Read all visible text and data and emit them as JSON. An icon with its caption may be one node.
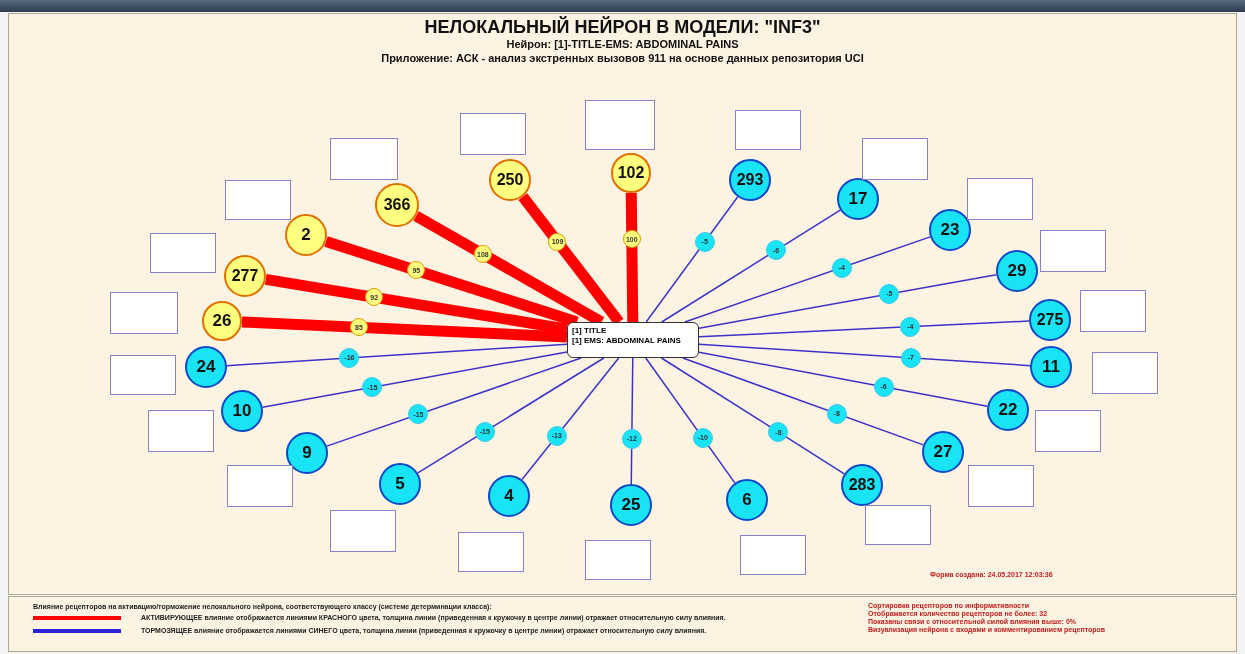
{
  "diagram": {
    "title": "НЕЛОКАЛЬНЫЙ НЕЙРОН В МОДЕЛИ: \"INF3\"",
    "nodes": [
      {
        "text": [
          "[1] TITLE",
          "[1] EMS: ABDOMINAL PAINS"
        ]
      },
      {
        "text": [
          "26"
        ]
      },
      {
        "text": [
          "277"
        ]
      },
      {
        "text": [
          "2"
        ]
      },
      {
        "text": [
          "366"
        ]
      },
      {
        "text": [
          "250"
        ]
      },
      {
        "text": [
          "102"
        ]
      },
      {
        "text": [
          "293"
        ]
      },
      {
        "text": [
          "17"
        ]
      },
      {
        "text": [
          "23"
        ]
      },
      {
        "text": [
          "29"
        ]
      },
      {
        "text": [
          "275"
        ]
      },
      {
        "text": [
          "11"
        ]
      },
      {
        "text": [
          "22"
        ]
      },
      {
        "text": [
          "27"
        ]
      },
      {
        "text": [
          "283"
        ]
      },
      {
        "text": [
          "6"
        ]
      },
      {
        "text": [
          "25"
        ]
      },
      {
        "text": [
          "4"
        ]
      },
      {
        "text": [
          "5"
        ]
      },
      {
        "text": [
          "9"
        ]
      },
      {
        "text": [
          "10"
        ]
      },
      {
        "text": [
          "24"
        ]
      },
      {
        "text": [],
        "shape": "box"
      },
      {
        "text": [],
        "shape": "box"
      },
      {
        "text": [],
        "shape": "box"
      },
      {
        "text": [],
        "shape": "box"
      },
      {
        "text": [],
        "shape": "box"
      },
      {
        "text": [],
        "shape": "box"
      },
      {
        "text": [],
        "shape": "box"
      },
      {
        "text": [],
        "shape": "box"
      },
      {
        "text": [],
        "shape": "box"
      },
      {
        "text": [],
        "shape": "box"
      },
      {
        "text": [],
        "shape": "box"
      },
      {
        "text": [],
        "shape": "box"
      },
      {
        "text": [],
        "shape": "box"
      },
      {
        "text": [],
        "shape": "box"
      },
      {
        "text": [],
        "shape": "box"
      },
      {
        "text": [],
        "shape": "box"
      },
      {
        "text": [],
        "shape": "box"
      },
      {
        "text": [],
        "shape": "box"
      },
      {
        "text": [],
        "shape": "box"
      },
      {
        "text": [],
        "shape": "box"
      },
      {
        "text": [],
        "shape": "box"
      },
      {
        "text": [],
        "shape": "box"
      }
    ],
    "edges": [
      {
        "from": 1,
        "to": 0,
        "arrow": "none",
        "label": "85",
        "style": "thick",
        "color": "#ff0000"
      },
      {
        "from": 2,
        "to": 0,
        "arrow": "none",
        "label": "92",
        "style": "thick",
        "color": "#ff0000"
      },
      {
        "from": 3,
        "to": 0,
        "arrow": "none",
        "label": "95",
        "style": "thick",
        "color": "#ff0000"
      },
      {
        "from": 4,
        "to": 0,
        "arrow": "none",
        "label": "108",
        "style": "thick",
        "color": "#ff0000"
      },
      {
        "from": 5,
        "to": 0,
        "arrow": "none",
        "label": "109",
        "style": "thick",
        "color": "#ff0000"
      },
      {
        "from": 6,
        "to": 0,
        "arrow": "none",
        "label": "100",
        "style": "thick",
        "color": "#ff0000"
      },
      {
        "from": 7,
        "to": 0,
        "arrow": "none",
        "label": "-5"
      },
      {
        "from": 8,
        "to": 0,
        "arrow": "none",
        "label": "-6"
      },
      {
        "from": 9,
        "to": 0,
        "arrow": "none",
        "label": "-4"
      },
      {
        "from": 10,
        "to": 0,
        "arrow": "none",
        "label": "-5"
      },
      {
        "from": 11,
        "to": 0,
        "arrow": "none",
        "label": "-4"
      },
      {
        "from": 12,
        "to": 0,
        "arrow": "none",
        "label": "-7"
      },
      {
        "from": 13,
        "to": 0,
        "arrow": "none",
        "label": "-6"
      },
      {
        "from": 14,
        "to": 0,
        "arrow": "none",
        "label": "-8"
      },
      {
        "from": 15,
        "to": 0,
        "arrow": "none",
        "label": "-8"
      },
      {
        "from": 16,
        "to": 0,
        "arrow": "none",
        "label": "-10"
      },
      {
        "from": 17,
        "to": 0,
        "arrow": "none",
        "label": "-12"
      },
      {
        "from": 18,
        "to": 0,
        "arrow": "none",
        "label": "-13"
      },
      {
        "from": 19,
        "to": 0,
        "arrow": "none",
        "label": "-15"
      },
      {
        "from": 20,
        "to": 0,
        "arrow": "none",
        "label": "-15"
      },
      {
        "from": 21,
        "to": 0,
        "arrow": "none",
        "label": "-15"
      },
      {
        "from": 22,
        "to": 0,
        "arrow": "none",
        "label": "-16"
      }
    ],
    "labels": [
      "Нейрон: [1]-TITLE-EMS: ABDOMINAL PAINS",
      "Приложение: АСК - анализ экстренных вызовов 911 на основе данных репозитория UCI",
      "Форма создана: 24.05.2017 12:03:36",
      "Влияние рецепторов на активацию/торможение нелокального нейрона, соответствующего классу (системе детерминации класса):",
      "Сортировка рецепторов по информативности",
      "Отображается количество рецепторов не более: 32",
      "Показаны связи с относительной силой влияния выше: 0%",
      "Визуализация нейрона с входами и комментированием рецепторов"
    ],
    "legend": [
      {
        "text": "АКТИВИРУЮЩЕЕ влияние отображается линиями КРАСНОГО цвета, толщина линии (приведенная к кружочку в центре линии) отражает относительную силу влияния.",
        "color": "#ff0000"
      },
      {
        "text": "ТОРМОЗЯЩЕЕ влияние отображается линиями СИНЕГО цвета, толщина линии (приведенная к кружочку в центре линии) отражает относительную силу влияния.",
        "color": "#2a20d8"
      }
    ]
  }
}
